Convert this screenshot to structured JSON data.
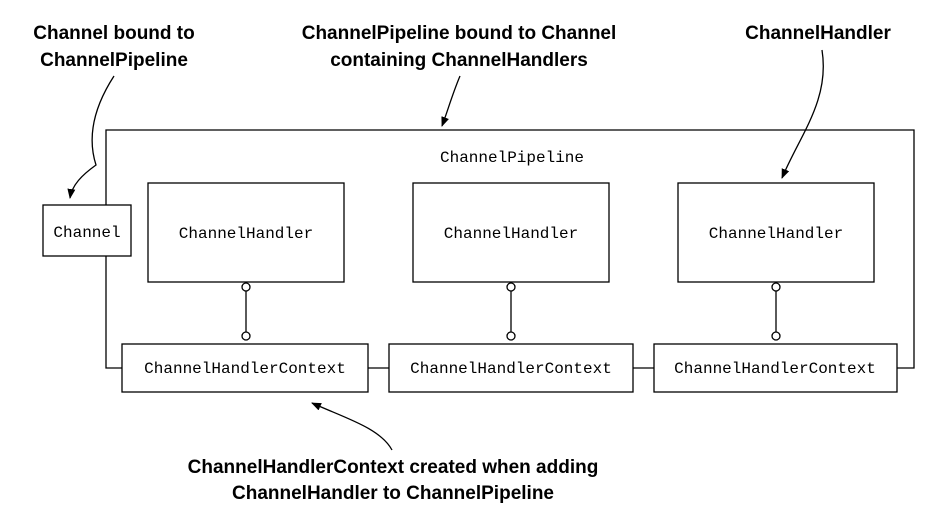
{
  "callouts": {
    "channel_bound": {
      "line1": "Channel bound to",
      "line2": "ChannelPipeline"
    },
    "pipeline_bound": {
      "line1": "ChannelPipeline bound to Channel",
      "line2": "containing ChannelHandlers"
    },
    "handler": {
      "line1": "ChannelHandler"
    },
    "context_created": {
      "line1": "ChannelHandlerContext created when adding",
      "line2": "ChannelHandler to ChannelPipeline"
    }
  },
  "diagram": {
    "pipeline_label": "ChannelPipeline",
    "channel_label": "Channel",
    "handlers": [
      {
        "label": "ChannelHandler"
      },
      {
        "label": "ChannelHandler"
      },
      {
        "label": "ChannelHandler"
      }
    ],
    "contexts": [
      {
        "label": "ChannelHandlerContext"
      },
      {
        "label": "ChannelHandlerContext"
      },
      {
        "label": "ChannelHandlerContext"
      }
    ]
  },
  "colors": {
    "stroke": "#000000",
    "background": "#ffffff"
  }
}
